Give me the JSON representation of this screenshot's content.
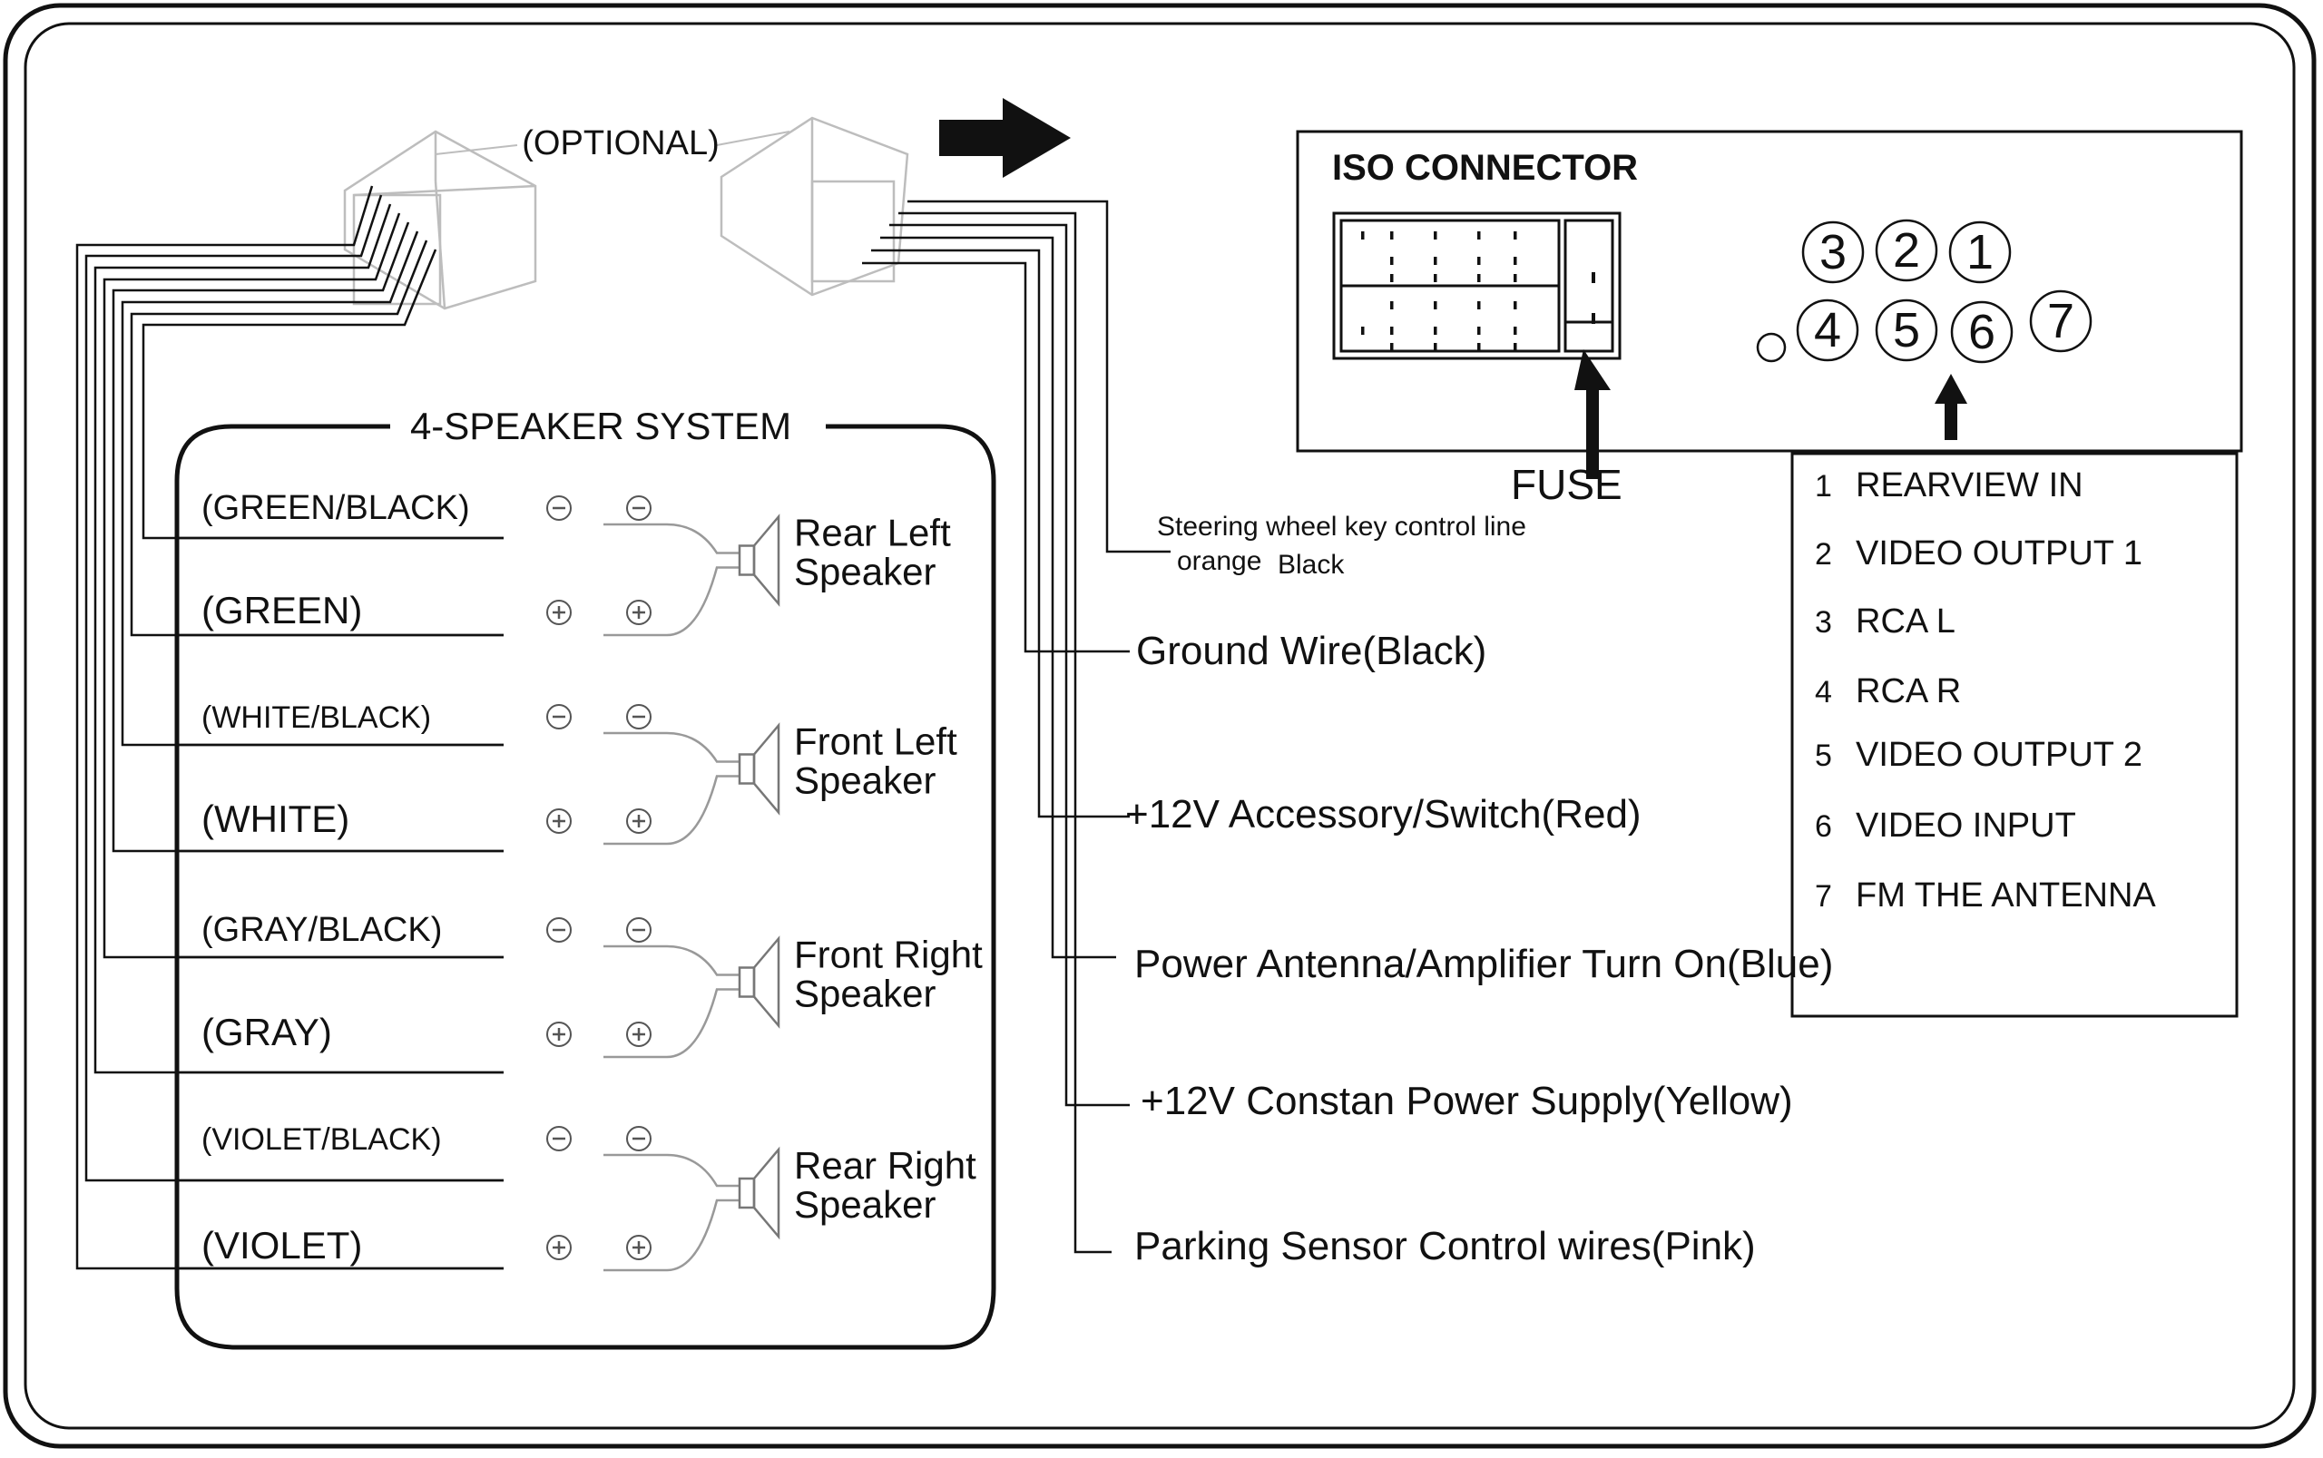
{
  "optional_label": "(OPTIONAL)",
  "speaker_system": {
    "title": "4-SPEAKER SYSTEM",
    "wires": [
      {
        "label": "(GREEN/BLACK)"
      },
      {
        "label": "(GREEN)"
      },
      {
        "label": "(WHITE/BLACK)"
      },
      {
        "label": "(WHITE)"
      },
      {
        "label": "(GRAY/BLACK)"
      },
      {
        "label": "(GRAY)"
      },
      {
        "label": "(VIOLET/BLACK)"
      },
      {
        "label": "(VIOLET)"
      }
    ],
    "speakers": [
      {
        "line1": "Rear Left",
        "line2": "Speaker"
      },
      {
        "line1": "Front Left",
        "line2": "Speaker"
      },
      {
        "line1": "Front Right",
        "line2": "Speaker"
      },
      {
        "line1": "Rear Right",
        "line2": "Speaker"
      }
    ],
    "minus_symbol": "−",
    "plus_symbol": "+"
  },
  "steering": {
    "line1": "Steering wheel key control line",
    "line2_a": "orange",
    "line2_b": "Black"
  },
  "right_wires": [
    {
      "label": "Ground  Wire(Black)"
    },
    {
      "label": "+12V Accessory/Switch(Red)"
    },
    {
      "label": "Power Antenna/Amplifier Turn On(Blue)"
    },
    {
      "label": "+12V Constan Power Supply(Yellow)"
    },
    {
      "label": "Parking Sensor Control wires(Pink)"
    }
  ],
  "iso": {
    "title": "ISO CONNECTOR",
    "fuse_label": "FUSE",
    "pin_numbers": [
      "3",
      "2",
      "1",
      "4",
      "5",
      "6",
      "7"
    ]
  },
  "pin_legend": [
    {
      "num": "1",
      "text": "REARVIEW IN"
    },
    {
      "num": "2",
      "text": "VIDEO OUTPUT  1"
    },
    {
      "num": "3",
      "text": "RCA L"
    },
    {
      "num": "4",
      "text": "RCA R"
    },
    {
      "num": "5",
      "text": "VIDEO OUTPUT  2"
    },
    {
      "num": "6",
      "text": "VIDEO  INPUT"
    },
    {
      "num": "7",
      "text": "FM THE ANTENNA"
    }
  ]
}
